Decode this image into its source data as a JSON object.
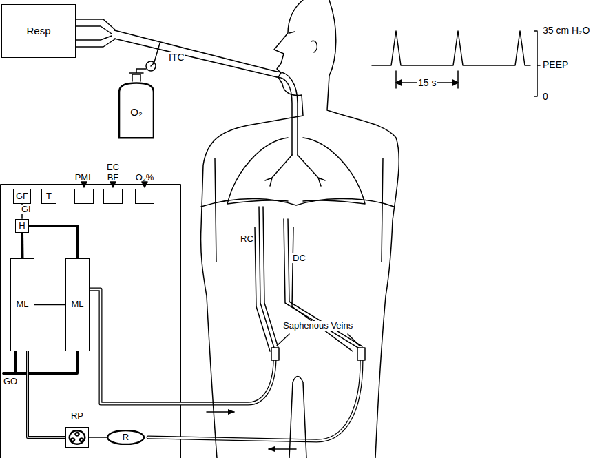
{
  "diagram": {
    "nodes": [
      {
        "text": [
          "Resp"
        ]
      },
      {
        "text": [
          "O₂"
        ]
      },
      {
        "text": [
          "GF"
        ]
      },
      {
        "text": [
          "T"
        ]
      },
      {
        "text": [
          "PML"
        ]
      },
      {
        "text": [
          "EC BF"
        ]
      },
      {
        "text": [
          "O₂%"
        ]
      },
      {
        "text": [
          "H"
        ]
      },
      {
        "text": [
          "ML"
        ]
      },
      {
        "text": [
          "ML"
        ]
      },
      {
        "text": [
          "RP"
        ]
      },
      {
        "text": [
          "R"
        ]
      }
    ],
    "edges": [
      {
        "from": 2,
        "to": 7,
        "arrow": "none",
        "label": "GI"
      },
      {
        "from": 7,
        "to": 8,
        "arrow": "none"
      },
      {
        "from": 7,
        "to": 9,
        "arrow": "none"
      },
      {
        "from": 8,
        "to": 9,
        "arrow": "none"
      },
      {
        "from": 10,
        "to": 11,
        "arrow": "none"
      }
    ],
    "labels": [
      "ITC",
      "35 cm H₂O",
      "PEEP",
      "0",
      "15 s",
      "GO",
      "RC",
      "DC",
      "Saphenous Veins"
    ]
  }
}
